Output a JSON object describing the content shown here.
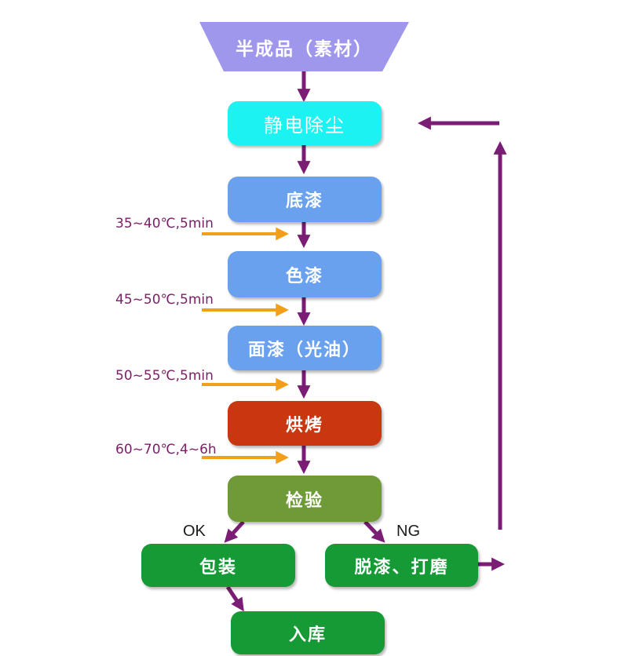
{
  "colors": {
    "arrow": "#7b1d74",
    "heat_arrow": "#f2a01b",
    "start": "#9f97ec",
    "dust": "#1df2f2",
    "paint": "#6aa1ee",
    "bake": "#c8370f",
    "inspect": "#6e9a38",
    "green": "#169a36"
  },
  "nodes": {
    "start": "半成品（素材）",
    "dust": "静电除尘",
    "primer": "底漆",
    "color_coat": "色漆",
    "top_coat": "面漆（光油）",
    "bake": "烘烤",
    "inspect": "检验",
    "pack": "包装",
    "rework": "脱漆、打磨",
    "store": "入库"
  },
  "conditions": {
    "primer": "35~40℃,5min",
    "color_coat": "45~50℃,5min",
    "top_coat": "50~55℃,5min",
    "bake": "60~70℃,4~6h"
  },
  "branches": {
    "ok": "OK",
    "ng": "NG"
  }
}
